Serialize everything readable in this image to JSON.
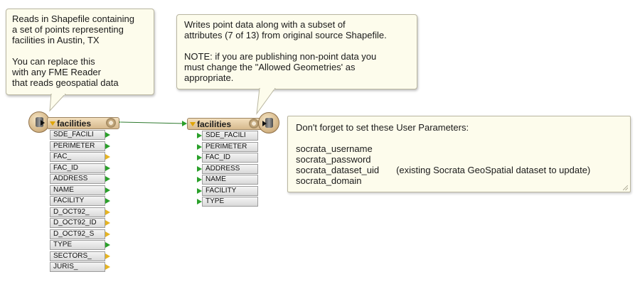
{
  "callouts": {
    "reader": "Reads in Shapefile containing\na set of points representing\nfacilities in Austin, TX\n\nYou can replace this\nwith any FME Reader\nthat reads geospatial data",
    "writer": "Writes point data along with a subset of\nattributes (7 of 13) from original source Shapefile.\n\nNOTE: if you are publishing non-point data you\nmust change the \"Allowed Geometries' as\nappropriate."
  },
  "note": {
    "heading": "Don't forget to set these User Parameters:",
    "params": [
      {
        "name": "socrata_username",
        "comment": ""
      },
      {
        "name": "socrata_password",
        "comment": ""
      },
      {
        "name": "socrata_dataset_uid",
        "comment": "(existing Socrata GeoSpatial dataset to update)"
      },
      {
        "name": "socrata_domain",
        "comment": ""
      }
    ]
  },
  "reader": {
    "title": "facilities",
    "attributes": [
      {
        "label": "SDE_FACILI",
        "connected": true
      },
      {
        "label": "PERIMETER",
        "connected": true
      },
      {
        "label": "FAC_",
        "connected": false
      },
      {
        "label": "FAC_ID",
        "connected": true
      },
      {
        "label": "ADDRESS",
        "connected": true
      },
      {
        "label": "NAME",
        "connected": true
      },
      {
        "label": "FACILITY",
        "connected": true
      },
      {
        "label": "D_OCT92_",
        "connected": false
      },
      {
        "label": "D_OCT92_ID",
        "connected": false
      },
      {
        "label": "D_OCT92_S",
        "connected": false
      },
      {
        "label": "TYPE",
        "connected": true
      },
      {
        "label": "SECTORS_",
        "connected": false
      },
      {
        "label": "JURIS_",
        "connected": false
      }
    ]
  },
  "writer": {
    "title": "facilities",
    "attributes": [
      "SDE_FACILI",
      "PERIMETER",
      "FAC_ID",
      "ADDRESS",
      "NAME",
      "FACILITY",
      "TYPE"
    ]
  },
  "colors": {
    "connected_port": "#2aa02a",
    "unused_port": "#e6b422",
    "header_fill": "#d6b98d",
    "note_fill": "#fdfcec"
  }
}
